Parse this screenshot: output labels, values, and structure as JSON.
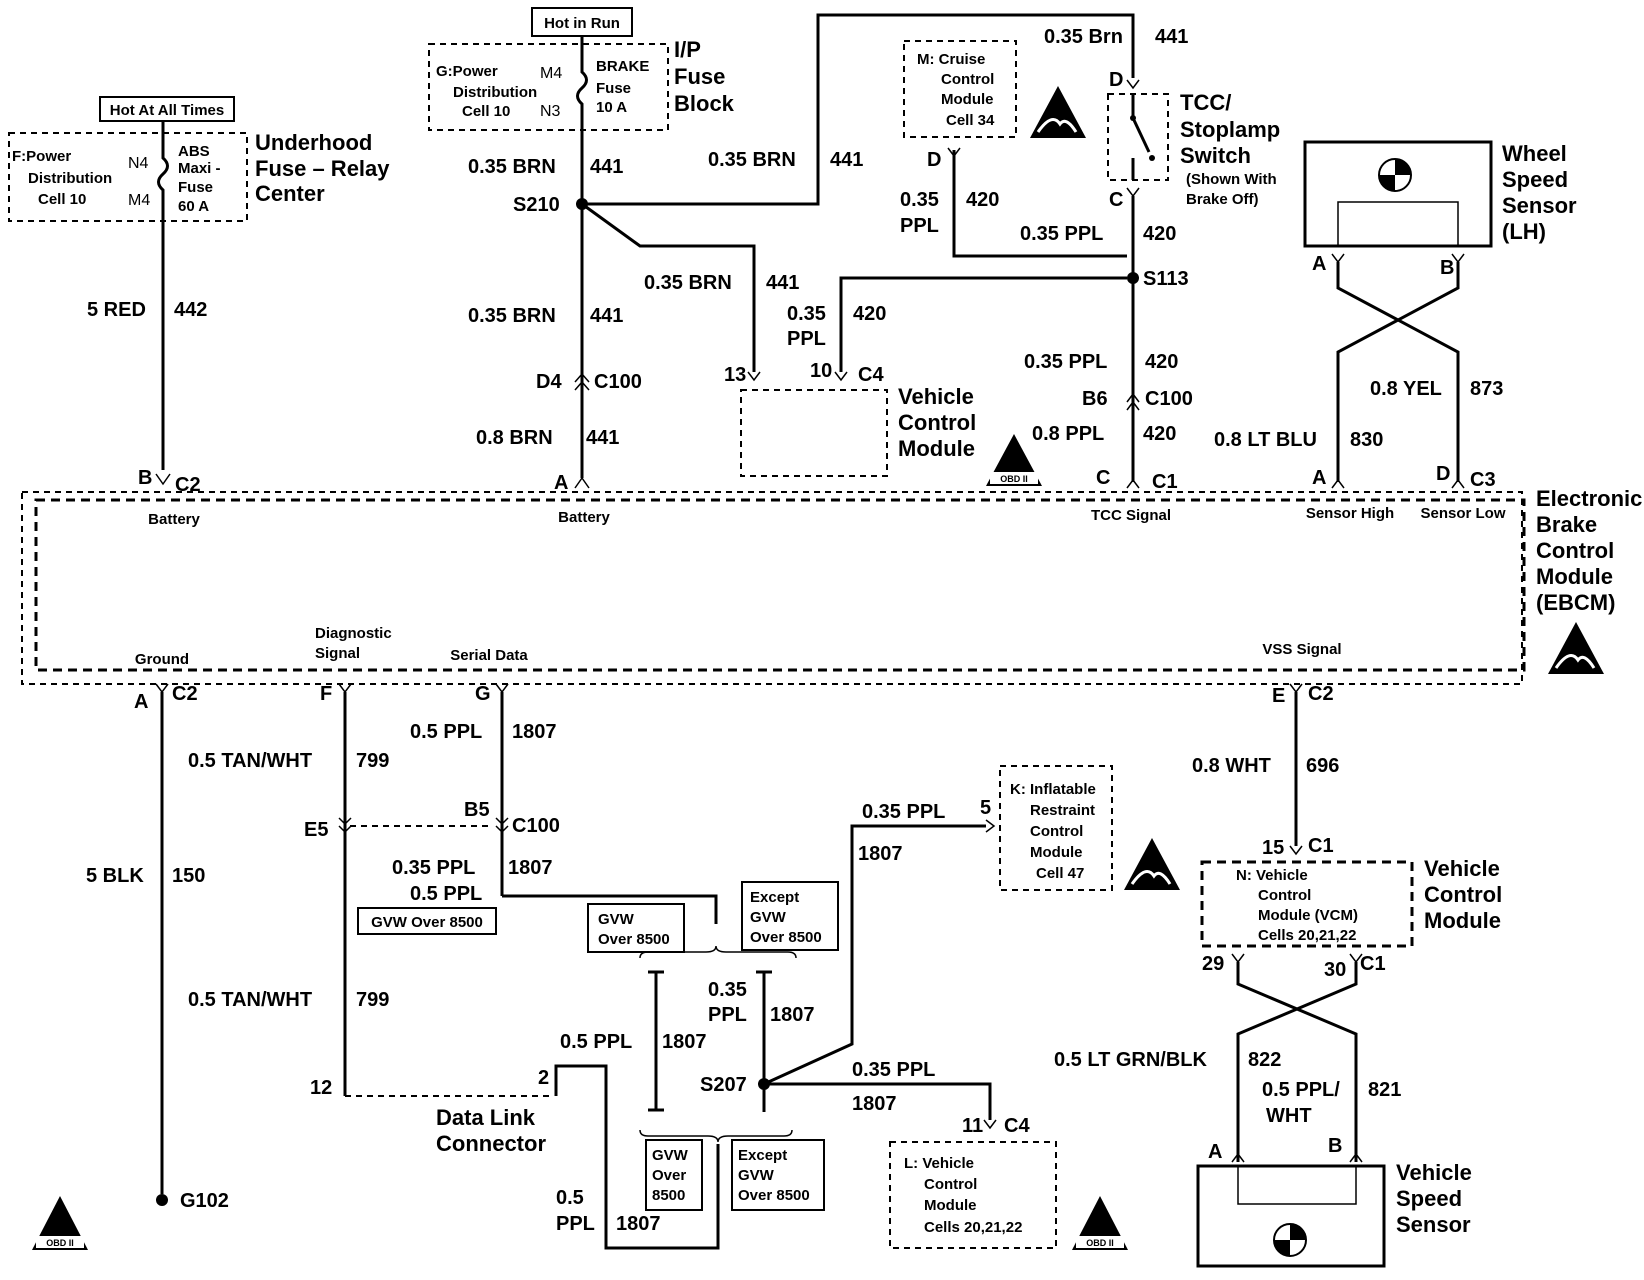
{
  "power": {
    "hot_at_all_times": "Hot At All Times",
    "hot_in_run": "Hot in Run",
    "underhood_box": [
      "F:Power",
      "Distribution",
      "Cell 10"
    ],
    "underhood_fuse": [
      "ABS",
      "Maxi -",
      "Fuse",
      "60 A"
    ],
    "underhood_pin_top": "N4",
    "underhood_pin_bot": "M4",
    "underhood_title": [
      "Underhood",
      "Fuse – Relay",
      "Center"
    ],
    "ip_box": [
      "G:Power",
      "Distribution",
      "Cell 10"
    ],
    "ip_fuse": [
      "BRAKE",
      "Fuse",
      "10 A"
    ],
    "ip_pin_top": "M4",
    "ip_pin_bot": "N3",
    "ip_title": [
      "I/P",
      "Fuse",
      "Block"
    ]
  },
  "wires": {
    "w5red": "5 RED",
    "c442": "442",
    "w035brn": "0.35 BRN",
    "c441": "441",
    "w035brn_top": "0.35 BRN",
    "w035brn_s210": "0.35 BRN",
    "w035brn_vcm": "0.35 BRN",
    "w08brn": "0.8 BRN",
    "w035brn_b": "0.35 Brn",
    "w035ppl": "0.35",
    "ppl": "PPL",
    "c420": "420",
    "w035ppl_full": "0.35 PPL",
    "w08ppl": "0.8 PPL",
    "w08ltblu": "0.8 LT BLU",
    "c830": "830",
    "w08yel": "0.8 YEL",
    "c873": "873",
    "w5blk": "5 BLK",
    "c150": "150",
    "w05tanwht": "0.5 TAN/WHT",
    "c799": "799",
    "w05ppl": "0.5 PPL",
    "c1807": "1807",
    "w05": "0.5",
    "w08wht": "0.8 WHT",
    "c696": "696",
    "w05ltgrnblk": "0.5 LT GRN/BLK",
    "c822": "822",
    "w05pplwht_a": "0.5 PPL/",
    "w05pplwht_b": "WHT",
    "c821": "821"
  },
  "splices": {
    "s210": "S210",
    "s113": "S113",
    "s207": "S207",
    "g102": "G102"
  },
  "connectors": {
    "d4": "D4",
    "c100": "C100",
    "b6": "B6",
    "e5": "E5",
    "b5": "B5",
    "c1": "C1",
    "c2": "C2",
    "c3": "C3",
    "c4": "C4",
    "a": "A",
    "b": "B",
    "c": "C",
    "d": "D",
    "e": "E",
    "f": "F",
    "g": "G",
    "p13": "13",
    "p10": "10",
    "p15": "15",
    "p29": "29",
    "p30": "30",
    "p5": "5",
    "p11": "11",
    "p12": "12",
    "p2": "2"
  },
  "ebcm": {
    "title": [
      "Electronic",
      "Brake",
      "Control",
      "Module",
      "(EBCM)"
    ],
    "battery": "Battery",
    "tcc_signal": "TCC Signal",
    "sensor_high": "Sensor High",
    "sensor_low": "Sensor Low",
    "ground": "Ground",
    "diag_signal": [
      "Diagnostic",
      "Signal"
    ],
    "serial_data": "Serial Data",
    "vss_signal": "VSS Signal"
  },
  "components": {
    "cruise": [
      "M: Cruise",
      "Control",
      "Module",
      "Cell 34"
    ],
    "tcc_switch": [
      "TCC/",
      "Stoplamp",
      "Switch"
    ],
    "tcc_note": [
      "(Shown With",
      "Brake Off)"
    ],
    "wss": [
      "Wheel",
      "Speed",
      "Sensor",
      "(LH)"
    ],
    "vcm_top": [
      "Vehicle",
      "Control",
      "Module"
    ],
    "obd": "OBD II",
    "inflatable": [
      "K: Inflatable",
      "Restraint",
      "Control",
      "Module",
      "Cell 47"
    ],
    "vcm_n": [
      "N: Vehicle",
      "Control",
      "Module (VCM)",
      "Cells 20,21,22"
    ],
    "vcm_n_title": [
      "Vehicle",
      "Control",
      "Module"
    ],
    "vcm_l": [
      "L: Vehicle",
      "Control",
      "Module",
      "Cells 20,21,22"
    ],
    "vss": [
      "Vehicle",
      "Speed",
      "Sensor"
    ],
    "dlc": [
      "Data Link",
      "Connector"
    ],
    "gvw_over": "GVW Over 8500",
    "gvw_over_a": "GVW",
    "gvw_over_b": "Over 8500",
    "gvw_over_c": "Over",
    "gvw_over_d": "8500",
    "except_a": "Except",
    "except_b": "GVW",
    "except_c": "Over 8500"
  }
}
